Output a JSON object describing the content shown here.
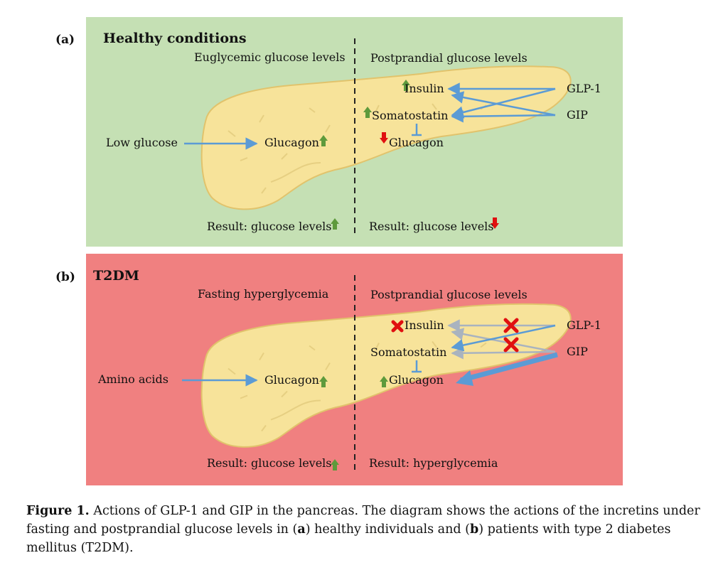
{
  "colors": {
    "panel_a": "#c5e0b4",
    "panel_b": "#f08080",
    "arrow": "#5b9bd5",
    "arrow_inactive": "#a9b3bf",
    "up": "#5e9a3c",
    "down": "#e01010",
    "cross": "#e01010",
    "pancreas": "#f7e39a"
  },
  "panel_a": {
    "label": "(a)",
    "title": "Healthy conditions",
    "left_header": "Euglycemic glucose levels",
    "right_header": "Postprandial glucose levels",
    "insulin": "Insulin",
    "somatostatin": "Somatostatin",
    "glucagon_right": "Glucagon",
    "glucagon_left": "Glucagon",
    "stimulus": "Low glucose",
    "glp1": "GLP-1",
    "gip": "GIP",
    "result_left": "Result: glucose levels",
    "result_right": "Result: glucose levels"
  },
  "panel_b": {
    "label": "(b)",
    "title": "T2DM",
    "left_header": "Fasting hyperglycemia",
    "right_header": "Postprandial glucose levels",
    "insulin": "Insulin",
    "somatostatin": "Somatostatin",
    "glucagon_right": "Glucagon",
    "glucagon_left": "Glucagon",
    "stimulus": "Amino acids",
    "glp1": "GLP-1",
    "gip": "GIP",
    "result_left": "Result: glucose levels",
    "result_right": "Result: hyperglycemia"
  },
  "caption": {
    "figure_label": "Figure 1.",
    "text_1": " Actions of GLP-1 and GIP in the pancreas. The diagram shows the actions of the incretins under fasting and postprandial glucose levels in (",
    "a": "a",
    "text_2": ") healthy individuals and (",
    "b": "b",
    "text_3": ") patients with type 2 diabetes mellitus (T2DM)."
  }
}
